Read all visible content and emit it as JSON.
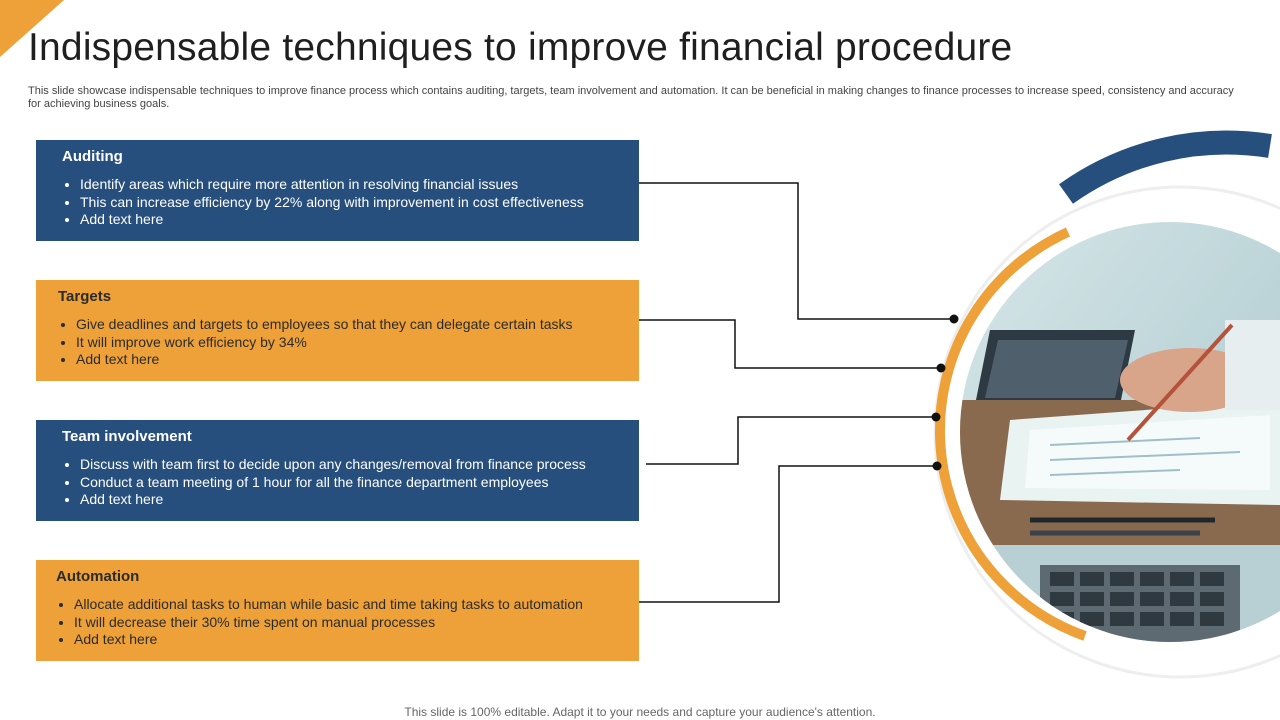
{
  "slide": {
    "title": "Indispensable techniques to improve financial procedure",
    "subtitle": "This slide showcase indispensable techniques to improve finance process which contains auditing, targets, team involvement and automation. It can be beneficial in making changes to finance processes to increase speed, consistency and accuracy for achieving business goals.",
    "footer": "This slide is 100% editable. Adapt it to your needs and capture your audience's attention."
  },
  "colors": {
    "blue": "#264f7d",
    "orange": "#eda138",
    "connector": "#111111"
  },
  "techniques": [
    {
      "heading": "Auditing",
      "points": [
        "Identify areas which require more attention in resolving financial issues",
        "This can increase efficiency by 22% along with improvement in cost effectiveness",
        "Add text here"
      ]
    },
    {
      "heading": "Targets",
      "points": [
        "Give deadlines and targets to employees so that they can delegate certain tasks",
        "It will improve work efficiency by 34%",
        "Add text here"
      ]
    },
    {
      "heading": "Team involvement",
      "points": [
        "Discuss with team first to decide upon any changes/removal from finance process",
        "Conduct a team meeting of 1 hour for all the finance department employees",
        "Add text here"
      ]
    },
    {
      "heading": "Automation",
      "points": [
        "Allocate additional tasks to human while basic and time taking tasks to automation",
        "It will decrease their 30% time spent on manual processes",
        "Add text here"
      ]
    }
  ],
  "image": {
    "icon": "finance-paperwork-photo"
  }
}
